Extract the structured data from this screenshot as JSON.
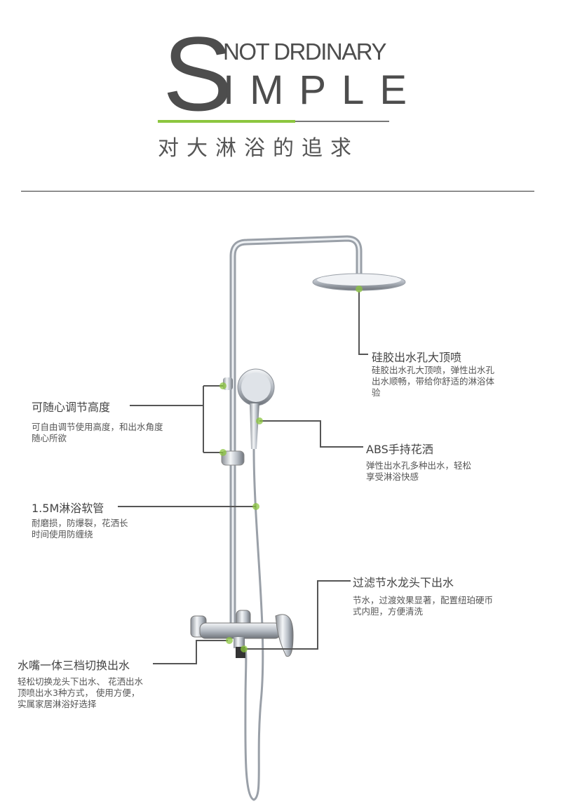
{
  "header": {
    "big_letter": "S",
    "tagline": "NOT DRDINARY",
    "word": "IMPLE",
    "subtitle": "对大淋浴的追求"
  },
  "colors": {
    "accent": "#8cc63f",
    "text": "#444444",
    "line": "#555555"
  },
  "callouts": [
    {
      "title": "硅胶出水孔大顶喷",
      "desc": "硅胶出水孔大顶喷，弹性出水孔\n出水顺畅，带给你舒适的淋浴体\n验"
    },
    {
      "title": "可随心调节高度",
      "desc": "可自由调节使用高度，和出水角度\n随心所欲"
    },
    {
      "title": "ABS手持花洒",
      "desc": "弹性出水孔多种出水，轻松\n享受淋浴快感"
    },
    {
      "title": "1.5M淋浴软管",
      "desc": "耐磨损，防爆裂，花洒长\n时间使用防缠绕"
    },
    {
      "title": "过滤节水龙头下出水",
      "desc": "节水，过渡效果显著，配置纽珀硬币\n式内胆，方便清洗"
    },
    {
      "title": "水嘴一体三档切换出水",
      "desc": "轻松切换龙头下出水、 花洒出水\n顶喷出水3种方式， 使用方便，\n实属家居淋浴好选择"
    }
  ]
}
